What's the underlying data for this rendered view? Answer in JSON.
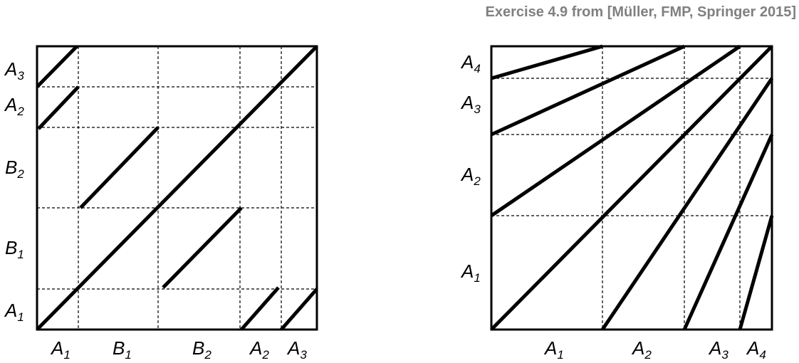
{
  "caption": "Exercise 4.9 from [Müller, FMP, Springer 2015]",
  "left_diagram": {
    "x_labels": [
      {
        "base": "A",
        "sub": "1"
      },
      {
        "base": "B",
        "sub": "1"
      },
      {
        "base": "B",
        "sub": "2"
      },
      {
        "base": "A",
        "sub": "2"
      },
      {
        "base": "A",
        "sub": "3"
      }
    ],
    "y_labels": [
      {
        "base": "A",
        "sub": "1"
      },
      {
        "base": "B",
        "sub": "1"
      },
      {
        "base": "B",
        "sub": "2"
      },
      {
        "base": "A",
        "sub": "2"
      },
      {
        "base": "A",
        "sub": "3"
      }
    ]
  },
  "right_diagram": {
    "x_labels": [
      {
        "base": "A",
        "sub": "1"
      },
      {
        "base": "A",
        "sub": "2"
      },
      {
        "base": "A",
        "sub": "3"
      },
      {
        "base": "A",
        "sub": "4"
      }
    ],
    "y_labels": [
      {
        "base": "A",
        "sub": "1"
      },
      {
        "base": "A",
        "sub": "2"
      },
      {
        "base": "A",
        "sub": "3"
      },
      {
        "base": "A",
        "sub": "4"
      }
    ]
  }
}
